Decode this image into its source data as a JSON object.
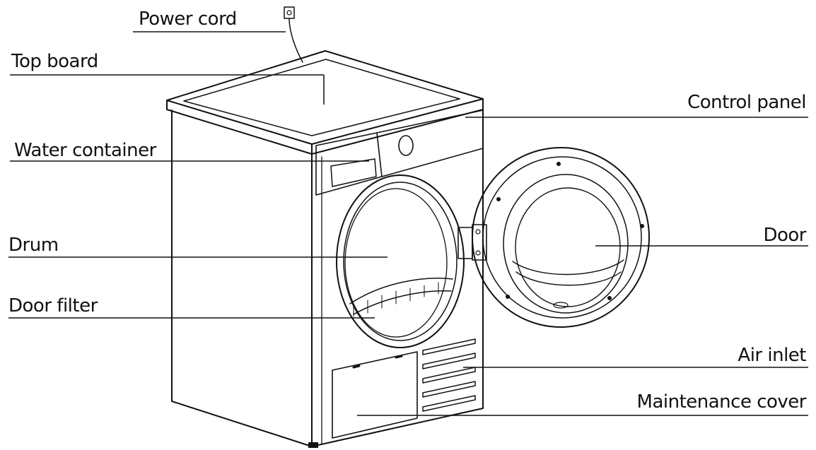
{
  "labels": {
    "power_cord": "Power cord",
    "top_board": "Top  board",
    "water_container": "Water container",
    "drum": "Drum",
    "door_filter": "Door filter",
    "control_panel": "Control panel",
    "door": "Door",
    "air_inlet": "Air inlet",
    "maintenance_cover": "Maintenance cover"
  },
  "colors": {
    "line": "#111111",
    "background": "#ffffff"
  }
}
